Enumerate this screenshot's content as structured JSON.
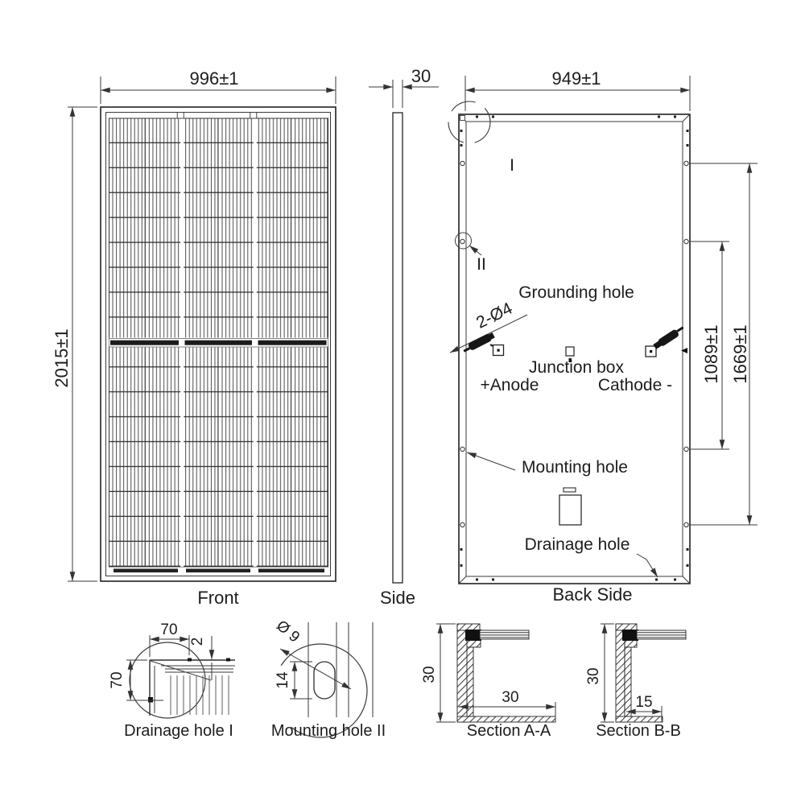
{
  "views": {
    "front": {
      "label": "Front",
      "dim_width": "996±1",
      "dim_height": "2015±1"
    },
    "side": {
      "label": "Side",
      "dim_thickness": "30"
    },
    "back": {
      "label": "Back Side",
      "dim_width": "949±1",
      "dim_hole_span_inner": "1089±1",
      "dim_hole_span_outer": "1669±1",
      "detail_marker_i": "I",
      "detail_marker_ii": "II",
      "grounding_hole_label": "Grounding hole",
      "grounding_hole_dim": "2-Ø4",
      "junction_box_label": "Junction box",
      "anode_label": "+Anode",
      "cathode_label": "Cathode -",
      "mounting_hole_label": "Mounting hole",
      "drainage_hole_label": "Drainage hole"
    }
  },
  "details": {
    "drainage_i": {
      "label": "Drainage hole I",
      "dim_width": "70",
      "dim_height": "70",
      "dim_glass": "2"
    },
    "mounting_ii": {
      "label": "Mounting hole II",
      "dim_diameter": "Ø 9",
      "dim_length": "14"
    },
    "section_aa": {
      "label": "Section A-A",
      "dim_height": "30",
      "dim_foot": "30"
    },
    "section_bb": {
      "label": "Section B-B",
      "dim_height": "30",
      "dim_foot": "15"
    }
  },
  "colors": {
    "line": "#3a3a3a",
    "text": "#1d1d1f"
  }
}
